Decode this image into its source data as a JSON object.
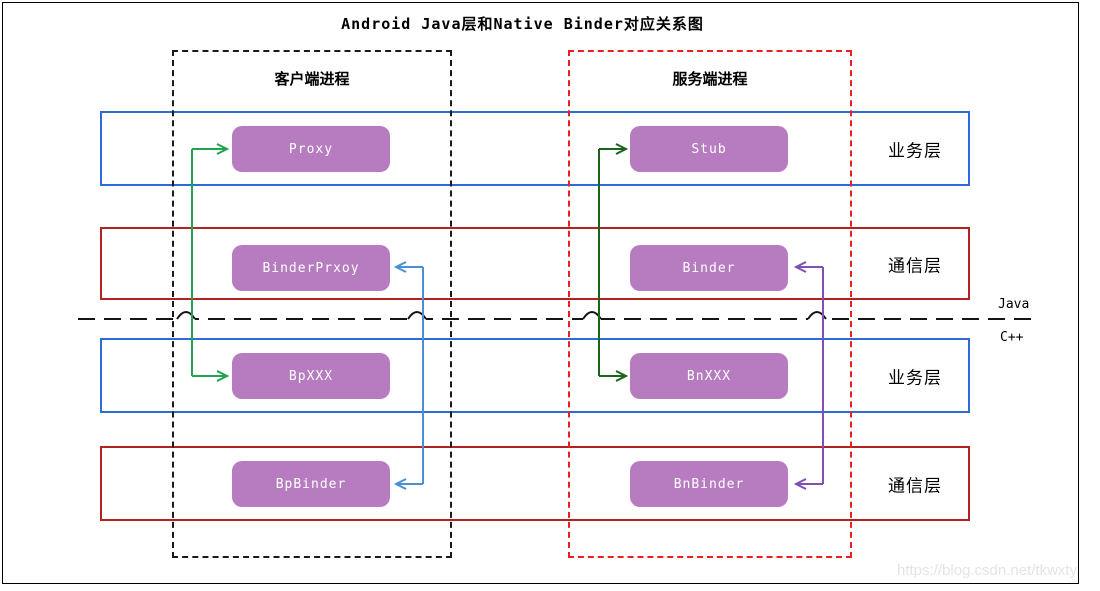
{
  "title": "Android Java层和Native Binder对应关系图",
  "processes": {
    "client": {
      "label": "客户端进程"
    },
    "server": {
      "label": "服务端进程"
    }
  },
  "layers": [
    {
      "label": "业务层",
      "side": "Java"
    },
    {
      "label": "通信层",
      "side": "Java"
    },
    {
      "label": "业务层",
      "side": "C++"
    },
    {
      "label": "通信层",
      "side": "C++"
    }
  ],
  "divider": {
    "top_label": "Java",
    "bottom_label": "C++"
  },
  "nodes": [
    {
      "id": "proxy",
      "label": "Proxy"
    },
    {
      "id": "stub",
      "label": "Stub"
    },
    {
      "id": "binderprxoy",
      "label": "BinderPrxoy"
    },
    {
      "id": "binder",
      "label": "Binder"
    },
    {
      "id": "bpxxx",
      "label": "BpXXX"
    },
    {
      "id": "bnxxx",
      "label": "BnXXX"
    },
    {
      "id": "bpbinder",
      "label": "BpBinder"
    },
    {
      "id": "bnbinder",
      "label": "BnBinder"
    }
  ],
  "connectors": [
    {
      "from": "Proxy",
      "to": "BpXXX",
      "color_key": "connector_green"
    },
    {
      "from": "Stub",
      "to": "BnXXX",
      "color_key": "connector_dark_green"
    },
    {
      "from": "BinderPrxoy",
      "to": "BpBinder",
      "color_key": "connector_blue"
    },
    {
      "from": "Binder",
      "to": "BnBinder",
      "color_key": "connector_purple"
    }
  ],
  "watermark": "https://blog.csdn.net/tkwxty",
  "colors": {
    "business_layer_border": "#2e6ad8",
    "comm_layer_border": "#b22222",
    "client_box_border": "#1a1a1a",
    "server_box_border": "#e82020",
    "node_fill": "#b77cc0",
    "node_text": "#ffffff",
    "connector_green": "#22a34f",
    "connector_dark_green": "#1c641c",
    "connector_blue": "#4a8fd3",
    "connector_purple": "#7d50b4"
  }
}
